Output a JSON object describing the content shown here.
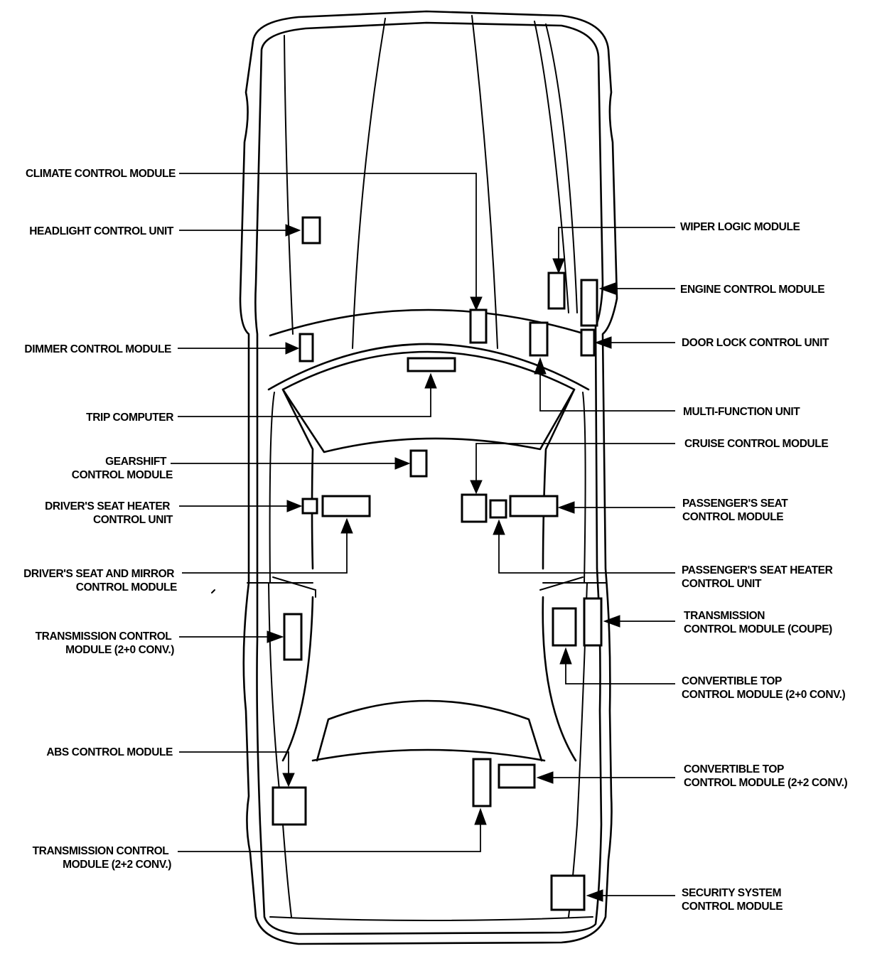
{
  "labels": {
    "climate_control_module": "CLIMATE CONTROL MODULE",
    "headlight_control_unit": "HEADLIGHT CONTROL UNIT",
    "dimmer_control_module": "DIMMER CONTROL MODULE",
    "trip_computer": "TRIP COMPUTER",
    "gearshift_control_module": [
      "GEARSHIFT",
      "CONTROL MODULE"
    ],
    "drivers_seat_heater_control_unit": [
      "DRIVER'S SEAT HEATER",
      "CONTROL UNIT"
    ],
    "drivers_seat_and_mirror_control_module": [
      "DRIVER'S SEAT AND MIRROR",
      "CONTROL MODULE"
    ],
    "transmission_control_module_2_0": [
      "TRANSMISSION CONTROL",
      "MODULE (2+0 CONV.)"
    ],
    "abs_control_module": "ABS CONTROL MODULE",
    "transmission_control_module_2_2": [
      "TRANSMISSION CONTROL",
      "MODULE (2+2 CONV.)"
    ],
    "wiper_logic_module": "WIPER LOGIC MODULE",
    "engine_control_module": "ENGINE CONTROL MODULE",
    "door_lock_control_unit": "DOOR LOCK CONTROL UNIT",
    "multi_function_unit": "MULTI-FUNCTION UNIT",
    "cruise_control_module": "CRUISE CONTROL MODULE",
    "passengers_seat_control_module": [
      "PASSENGER'S SEAT",
      "CONTROL MODULE"
    ],
    "passengers_seat_heater_control_unit": [
      "PASSENGER'S SEAT HEATER",
      "CONTROL UNIT"
    ],
    "transmission_control_module_coupe": [
      "TRANSMISSION",
      "CONTROL MODULE (COUPE)"
    ],
    "convertible_top_control_module_2_0": [
      "CONVERTIBLE TOP",
      "CONTROL MODULE (2+0 CONV.)"
    ],
    "convertible_top_control_module_2_2": [
      "CONVERTIBLE TOP",
      "CONTROL MODULE (2+2 CONV.)"
    ],
    "security_system_control_module": [
      "SECURITY SYSTEM",
      "CONTROL MODULE"
    ]
  }
}
